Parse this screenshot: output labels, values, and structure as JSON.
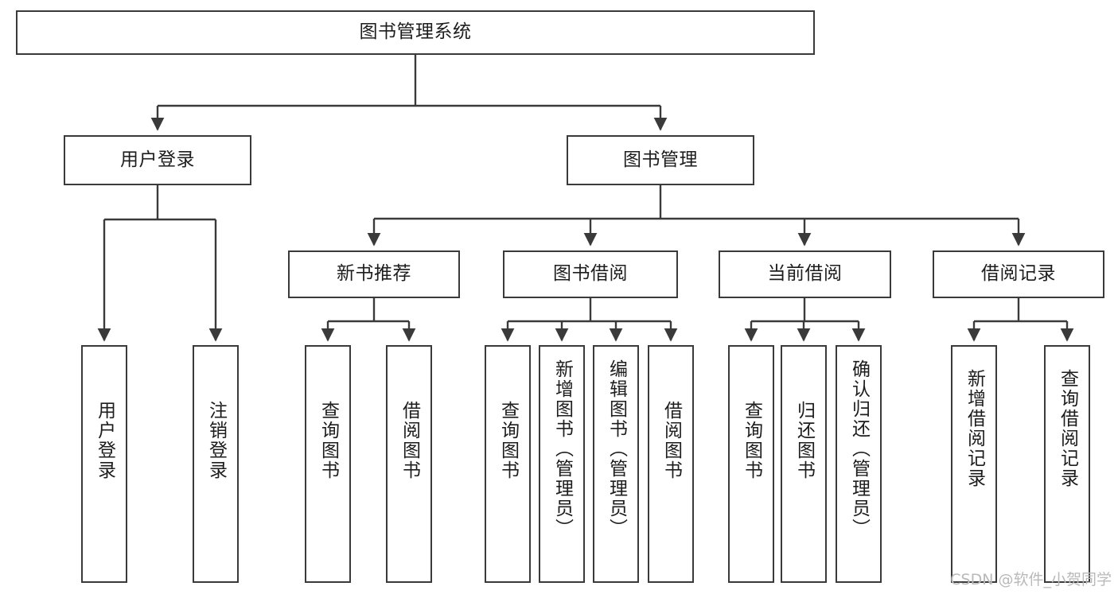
{
  "diagram": {
    "title": "图书管理系统",
    "type": "tree-hierarchy-chart",
    "watermark": "CSDN @软件_小贺同学",
    "colors": {
      "box_border": "#3a3a3a",
      "box_fill": "#ffffff",
      "edge": "#3a3a3a",
      "text": "#1d1d1d",
      "watermark": "#b9b9b9"
    }
  },
  "nodes": {
    "root": {
      "label": "图书管理系统"
    },
    "level2": [
      {
        "label": "用户登录"
      },
      {
        "label": "图书管理"
      }
    ],
    "level3": [
      {
        "label": "新书推荐"
      },
      {
        "label": "图书借阅"
      },
      {
        "label": "当前借阅"
      },
      {
        "label": "借阅记录"
      }
    ],
    "leaves": {
      "user_login": [
        {
          "label": "用户登录"
        },
        {
          "label": "注销登录"
        }
      ],
      "new_book_recommend": [
        {
          "label": "查询图书"
        },
        {
          "label": "借阅图书"
        }
      ],
      "book_borrow": [
        {
          "label": "查询图书"
        },
        {
          "label": "新增图书（管理员）"
        },
        {
          "label": "编辑图书（管理员）"
        },
        {
          "label": "借阅图书"
        }
      ],
      "current_borrow": [
        {
          "label": "查询图书"
        },
        {
          "label": "归还图书"
        },
        {
          "label": "确认归还（管理员）"
        }
      ],
      "borrow_records": [
        {
          "label": "新增借阅记录"
        },
        {
          "label": "查询借阅记录"
        }
      ]
    }
  }
}
